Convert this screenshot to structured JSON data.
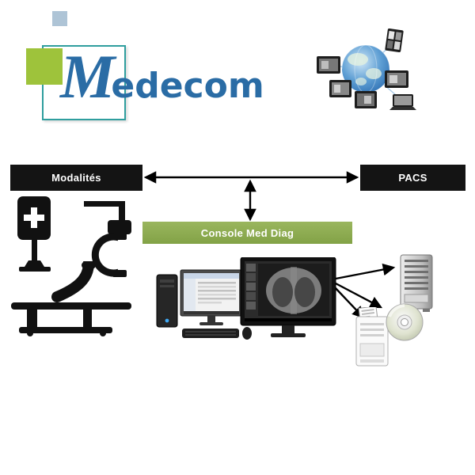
{
  "logo": {
    "brand_initial": "M",
    "brand_rest": "edecom",
    "brand_full": "Medecom",
    "colors": {
      "text_blue": "#2a6ca5",
      "green_square": "#9ec33b",
      "teal_border": "#2f9e9e",
      "gray_blue_square": "#aec4d6"
    }
  },
  "network_illustration": {
    "label": "global-imaging-network",
    "globe_color": "#2e6fb2"
  },
  "diagram": {
    "modalities_label": "Modalités",
    "pacs_label": "PACS",
    "console_label": "Console Med Diag",
    "colors": {
      "node_black": "#141414",
      "node_green": "#8cab51",
      "label_white": "#ffffff",
      "arrow_black": "#000000"
    },
    "left_icons": [
      "xray-flat-panel-stand",
      "mobile-c-arm",
      "radiography-table"
    ],
    "center_icon": "dual-monitor-diagnostic-workstation",
    "right_icons": [
      "pacs-server-tower",
      "dvd-disc",
      "paper-report-printer"
    ]
  }
}
